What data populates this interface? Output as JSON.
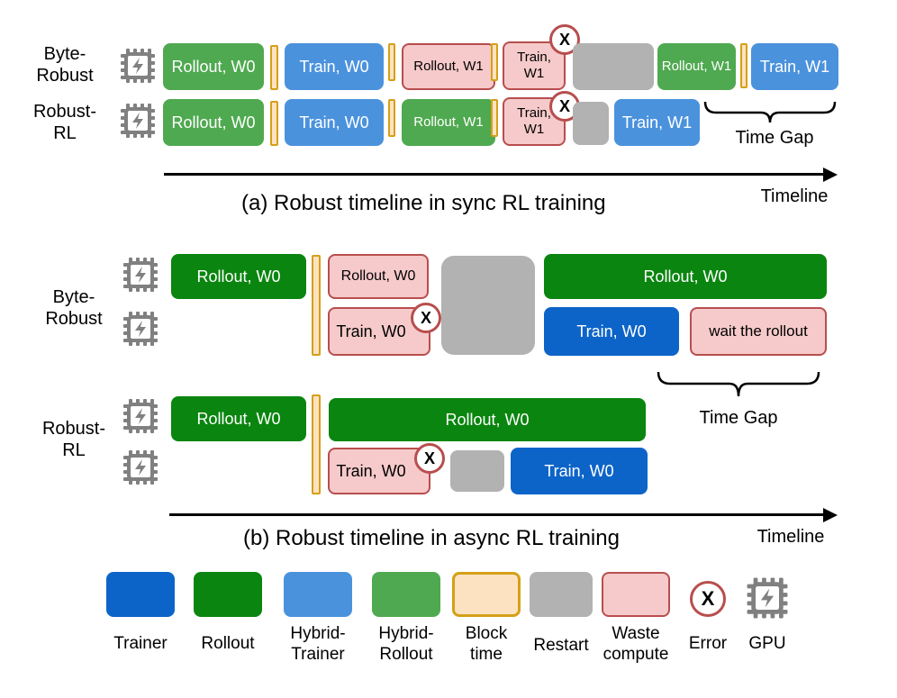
{
  "sync": {
    "byte_robust_label": [
      "Byte-",
      "Robust"
    ],
    "robust_rl_label": [
      "Robust-",
      "RL"
    ],
    "byte_row": [
      "Rollout, W0",
      "Train, W0",
      "Rollout, W1",
      "Train,",
      "W1",
      "Rollout, W1",
      "Train, W1"
    ],
    "robust_row": [
      "Rollout, W0",
      "Train, W0",
      "Rollout, W1",
      "Train,",
      "W1",
      "Train, W1"
    ],
    "time_gap": "Time Gap",
    "timeline": "Timeline",
    "caption": "(a) Robust timeline in sync RL training"
  },
  "async": {
    "byte_robust_label": [
      "Byte-",
      "Robust"
    ],
    "robust_rl_label": [
      "Robust-",
      "RL"
    ],
    "byte_rollout_1": "Rollout, W0",
    "byte_waste_rollout": "Rollout, W0",
    "byte_waste_train": "Train, W0",
    "byte_rollout_2": "Rollout, W0",
    "byte_train": "Train, W0",
    "byte_wait": "wait the rollout",
    "robust_rollout_1": "Rollout, W0",
    "robust_rollout_2": "Rollout, W0",
    "robust_waste_train": "Train, W0",
    "robust_train": "Train, W0",
    "time_gap": "Time Gap",
    "timeline": "Timeline",
    "caption": "(b) Robust timeline in async RL training"
  },
  "error_mark": "X",
  "legend": {
    "trainer": [
      "Trainer"
    ],
    "rollout": [
      "Rollout"
    ],
    "hybrid_trainer": [
      "Hybrid-",
      "Trainer"
    ],
    "hybrid_rollout": [
      "Hybrid-",
      "Rollout"
    ],
    "block": [
      "Block",
      "time"
    ],
    "restart": [
      "Restart"
    ],
    "waste": [
      "Waste",
      "compute"
    ],
    "error": [
      "Error"
    ],
    "gpu": [
      "GPU"
    ]
  },
  "colors": {
    "trainer": "#0d64c8",
    "rollout": "#0a850f",
    "hybrid_trainer": "#4b92dd",
    "hybrid_rollout": "#4fa950",
    "block": "#fde2c2",
    "block_border": "#d4a017",
    "restart": "#b2b2b2",
    "waste": "#f6caca",
    "waste_border": "#b84e4e",
    "gpu": "#808080"
  }
}
